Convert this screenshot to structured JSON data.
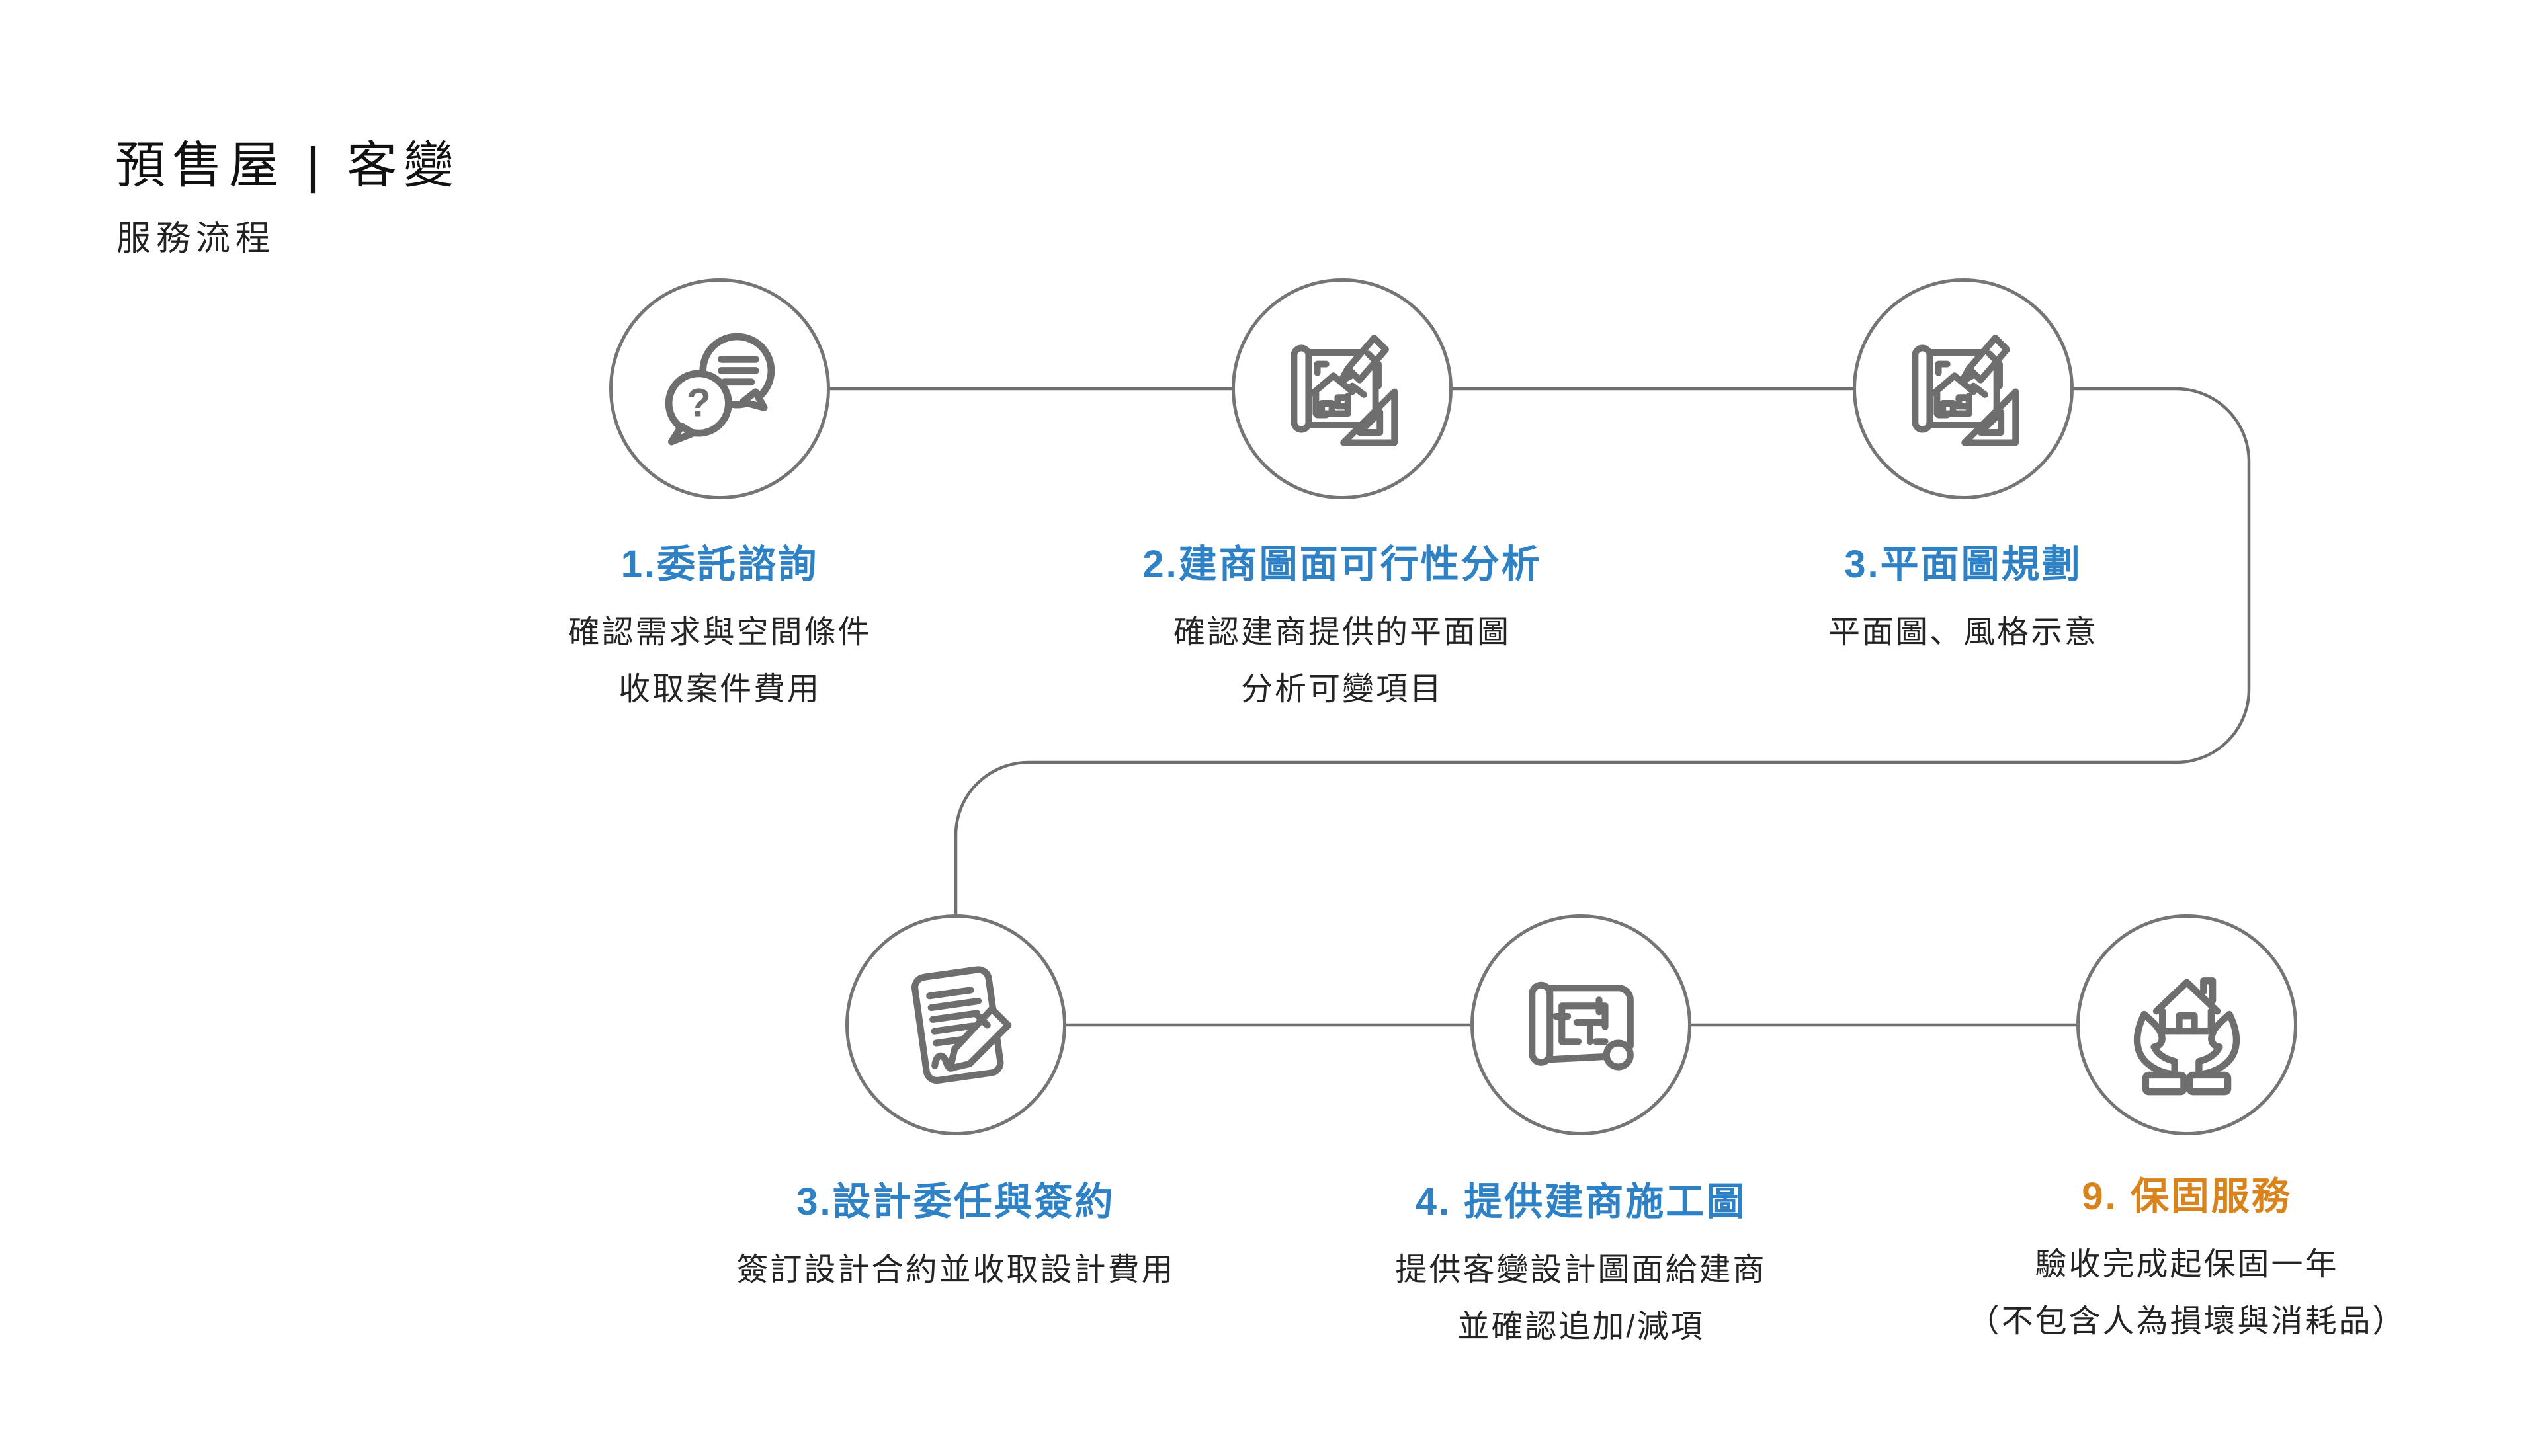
{
  "page": {
    "title": "預售屋 | 客變",
    "subtitle": "服務流程"
  },
  "colors": {
    "accent_blue": "#2E81C4",
    "accent_orange": "#D9831C",
    "circle_line_gray": "#757575",
    "icon_gray": "#6E6E6E",
    "text_dark": "#242424"
  },
  "flow": {
    "shape": "two rows of three circles joined left-to-right, S-curve from top-right down to bottom-left row",
    "icons": [
      "chat-question-icon",
      "blueprint-house-icon",
      "blueprint-house-icon",
      "contract-signing-icon",
      "blueprint-scroll-icon",
      "hands-house-icon"
    ]
  },
  "steps": [
    {
      "title": "1.委託諮詢",
      "lines": [
        "確認需求與空間條件",
        "收取案件費用"
      ]
    },
    {
      "title": "2.建商圖面可行性分析",
      "lines": [
        "確認建商提供的平面圖",
        "分析可變項目"
      ]
    },
    {
      "title": "3.平面圖規劃",
      "lines": [
        "平面圖、風格示意"
      ]
    },
    {
      "title": "3.設計委任與簽約",
      "lines": [
        "簽訂設計合約並收取設計費用"
      ]
    },
    {
      "title": "4. 提供建商施工圖",
      "lines": [
        "提供客變設計圖面給建商",
        "並確認追加/減項"
      ]
    },
    {
      "title": "9. 保固服務",
      "lines": [
        "驗收完成起保固一年",
        "（不包含人為損壞與消耗品）"
      ]
    }
  ]
}
